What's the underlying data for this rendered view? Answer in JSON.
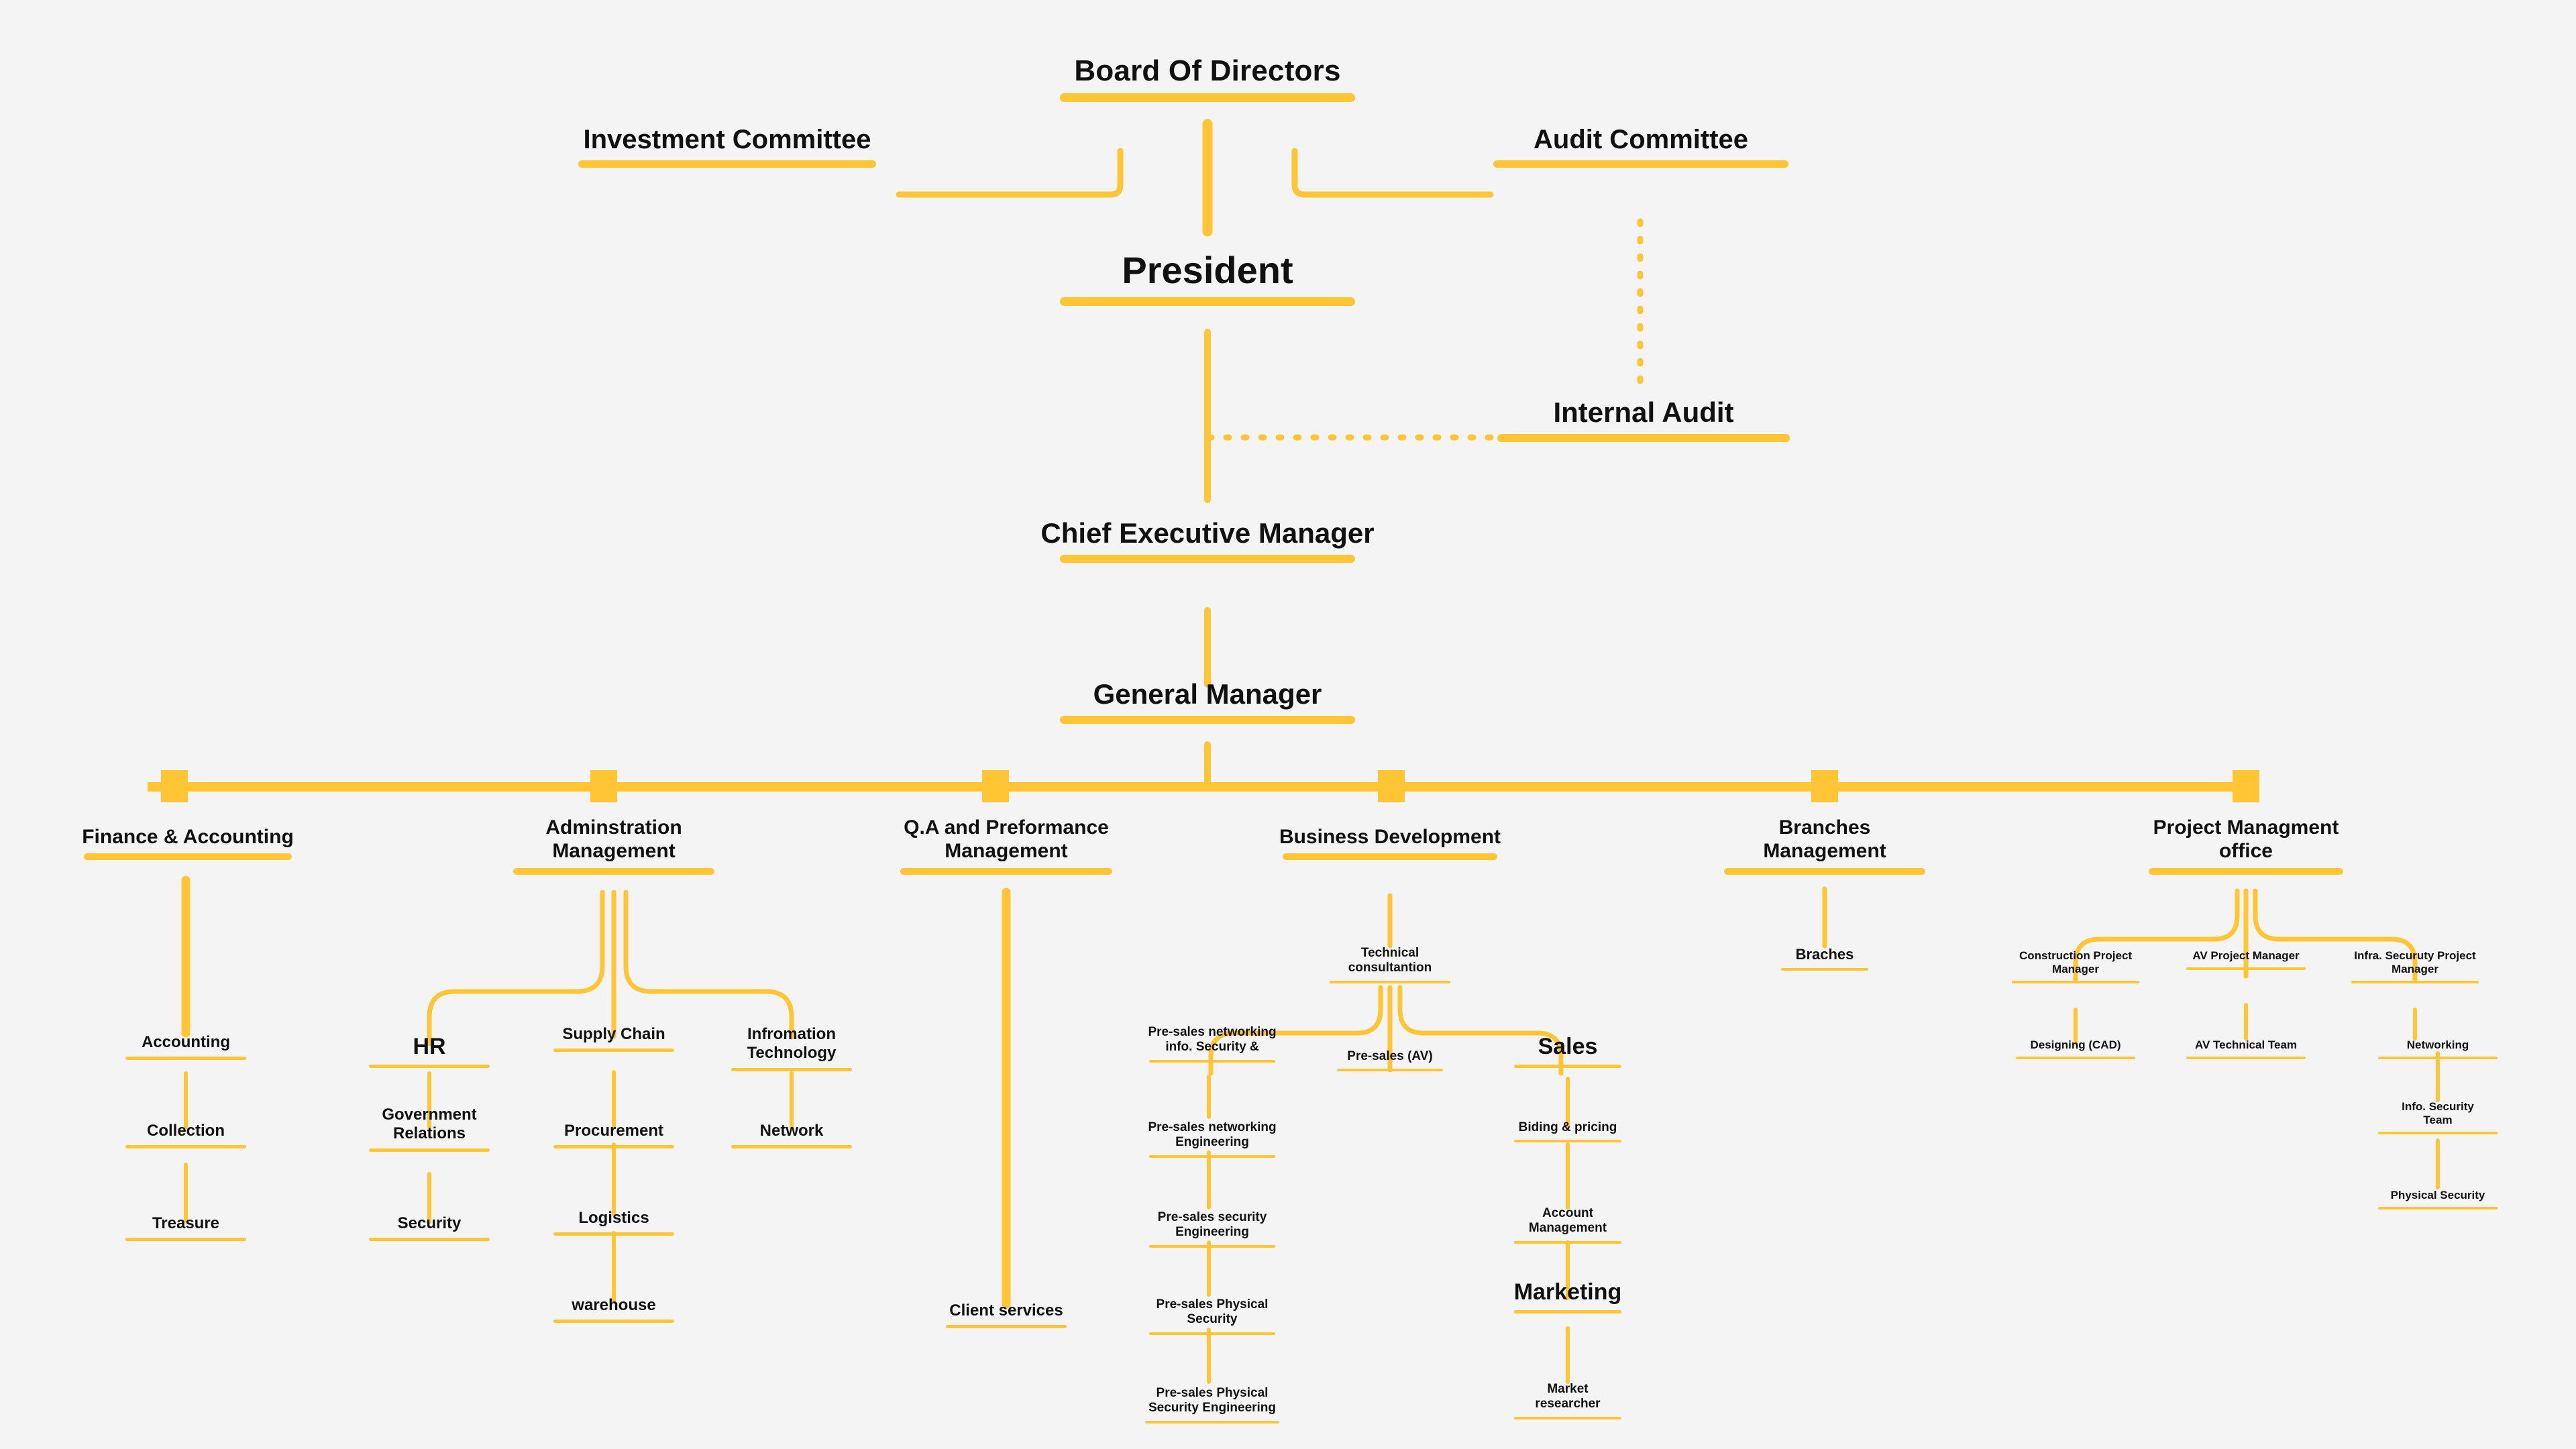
{
  "theme": {
    "background": "#f4f4f4",
    "accent": "#ffc535",
    "text": "#111111"
  },
  "chart": {
    "type": "org-chart",
    "title": "Organizational Structure"
  },
  "nodes": {
    "board_of_directors": "Board Of Directors",
    "investment_committee": "Investment Committee",
    "audit_committee": "Audit Committee",
    "president": "President",
    "internal_audit": "Internal Audit",
    "chief_executive_manager": "Chief Executive Manager",
    "general_manager": "General Manager",
    "finance_accounting": "Finance & Accounting",
    "accounting": "Accounting",
    "collection": "Collection",
    "treasure": "Treasure",
    "administration_management": "Adminstration\nManagement",
    "hr": "HR",
    "government_relations": "Government\nRelations",
    "security": "Security",
    "supply_chain": "Supply Chain",
    "procurement": "Procurement",
    "logistics": "Logistics",
    "warehouse": "warehouse",
    "information_technology": "Infromation\nTechnology",
    "network": "Network",
    "qa_performance_management": "Q.A and Preformance\nManagement",
    "client_services": "Client services",
    "business_development": "Business Development",
    "technical_consultation": "Technical\nconsultantion",
    "presales_networking_infosec": "Pre-sales networking\ninfo. Security &",
    "presales_networking_engineering": "Pre-sales networking\nEngineering",
    "presales_security_engineering": "Pre-sales security\nEngineering",
    "presales_physical_security": "Pre-sales Physical\nSecurity",
    "presales_physical_security_engineering": "Pre-sales Physical\nSecurity Engineering",
    "presales_av": "Pre-sales (AV)",
    "sales": "Sales",
    "biding_pricing": "Biding & pricing",
    "account_management": "Account\nManagement",
    "marketing": "Marketing",
    "market_researcher": "Market\nresearcher",
    "branches_management": "Branches\nManagement",
    "braches": "Braches",
    "project_management_office": "Project Managment\noffice",
    "construction_project_manager": "Construction Project\nManager",
    "designing_cad": "Designing (CAD)",
    "av_project_manager": "AV Project Manager",
    "av_technical_team": "AV Technical Team",
    "infra_security_project_manager": "Infra. Securuty Project\nManager",
    "networking": "Networking",
    "info_security_team": "Info. Security\nTeam",
    "physical_security": "Physical Security"
  },
  "hierarchy": {
    "root": "board_of_directors",
    "edges": [
      [
        "board_of_directors",
        "investment_committee",
        "solid"
      ],
      [
        "board_of_directors",
        "audit_committee",
        "solid"
      ],
      [
        "board_of_directors",
        "president",
        "solid"
      ],
      [
        "audit_committee",
        "internal_audit",
        "dotted"
      ],
      [
        "president",
        "internal_audit",
        "dotted"
      ],
      [
        "president",
        "chief_executive_manager",
        "solid"
      ],
      [
        "chief_executive_manager",
        "general_manager",
        "solid"
      ],
      [
        "general_manager",
        "finance_accounting",
        "solid"
      ],
      [
        "general_manager",
        "administration_management",
        "solid"
      ],
      [
        "general_manager",
        "qa_performance_management",
        "solid"
      ],
      [
        "general_manager",
        "business_development",
        "solid"
      ],
      [
        "general_manager",
        "branches_management",
        "solid"
      ],
      [
        "general_manager",
        "project_management_office",
        "solid"
      ],
      [
        "finance_accounting",
        "accounting",
        "solid"
      ],
      [
        "accounting",
        "collection",
        "solid"
      ],
      [
        "collection",
        "treasure",
        "solid"
      ],
      [
        "administration_management",
        "hr",
        "solid"
      ],
      [
        "hr",
        "government_relations",
        "solid"
      ],
      [
        "government_relations",
        "security",
        "solid"
      ],
      [
        "administration_management",
        "supply_chain",
        "solid"
      ],
      [
        "supply_chain",
        "procurement",
        "solid"
      ],
      [
        "procurement",
        "logistics",
        "solid"
      ],
      [
        "logistics",
        "warehouse",
        "solid"
      ],
      [
        "administration_management",
        "information_technology",
        "solid"
      ],
      [
        "information_technology",
        "network",
        "solid"
      ],
      [
        "qa_performance_management",
        "client_services",
        "solid"
      ],
      [
        "business_development",
        "technical_consultation",
        "solid"
      ],
      [
        "technical_consultation",
        "presales_networking_infosec",
        "solid"
      ],
      [
        "presales_networking_infosec",
        "presales_networking_engineering",
        "solid"
      ],
      [
        "presales_networking_engineering",
        "presales_security_engineering",
        "solid"
      ],
      [
        "presales_security_engineering",
        "presales_physical_security",
        "solid"
      ],
      [
        "presales_physical_security",
        "presales_physical_security_engineering",
        "solid"
      ],
      [
        "technical_consultation",
        "presales_av",
        "solid"
      ],
      [
        "technical_consultation",
        "sales",
        "solid"
      ],
      [
        "sales",
        "biding_pricing",
        "solid"
      ],
      [
        "biding_pricing",
        "account_management",
        "solid"
      ],
      [
        "account_management",
        "marketing",
        "solid"
      ],
      [
        "marketing",
        "market_researcher",
        "solid"
      ],
      [
        "branches_management",
        "braches",
        "solid"
      ],
      [
        "project_management_office",
        "construction_project_manager",
        "solid"
      ],
      [
        "construction_project_manager",
        "designing_cad",
        "solid"
      ],
      [
        "project_management_office",
        "av_project_manager",
        "solid"
      ],
      [
        "av_project_manager",
        "av_technical_team",
        "solid"
      ],
      [
        "project_management_office",
        "infra_security_project_manager",
        "solid"
      ],
      [
        "infra_security_project_manager",
        "networking",
        "solid"
      ],
      [
        "networking",
        "info_security_team",
        "solid"
      ],
      [
        "info_security_team",
        "physical_security",
        "solid"
      ]
    ]
  }
}
